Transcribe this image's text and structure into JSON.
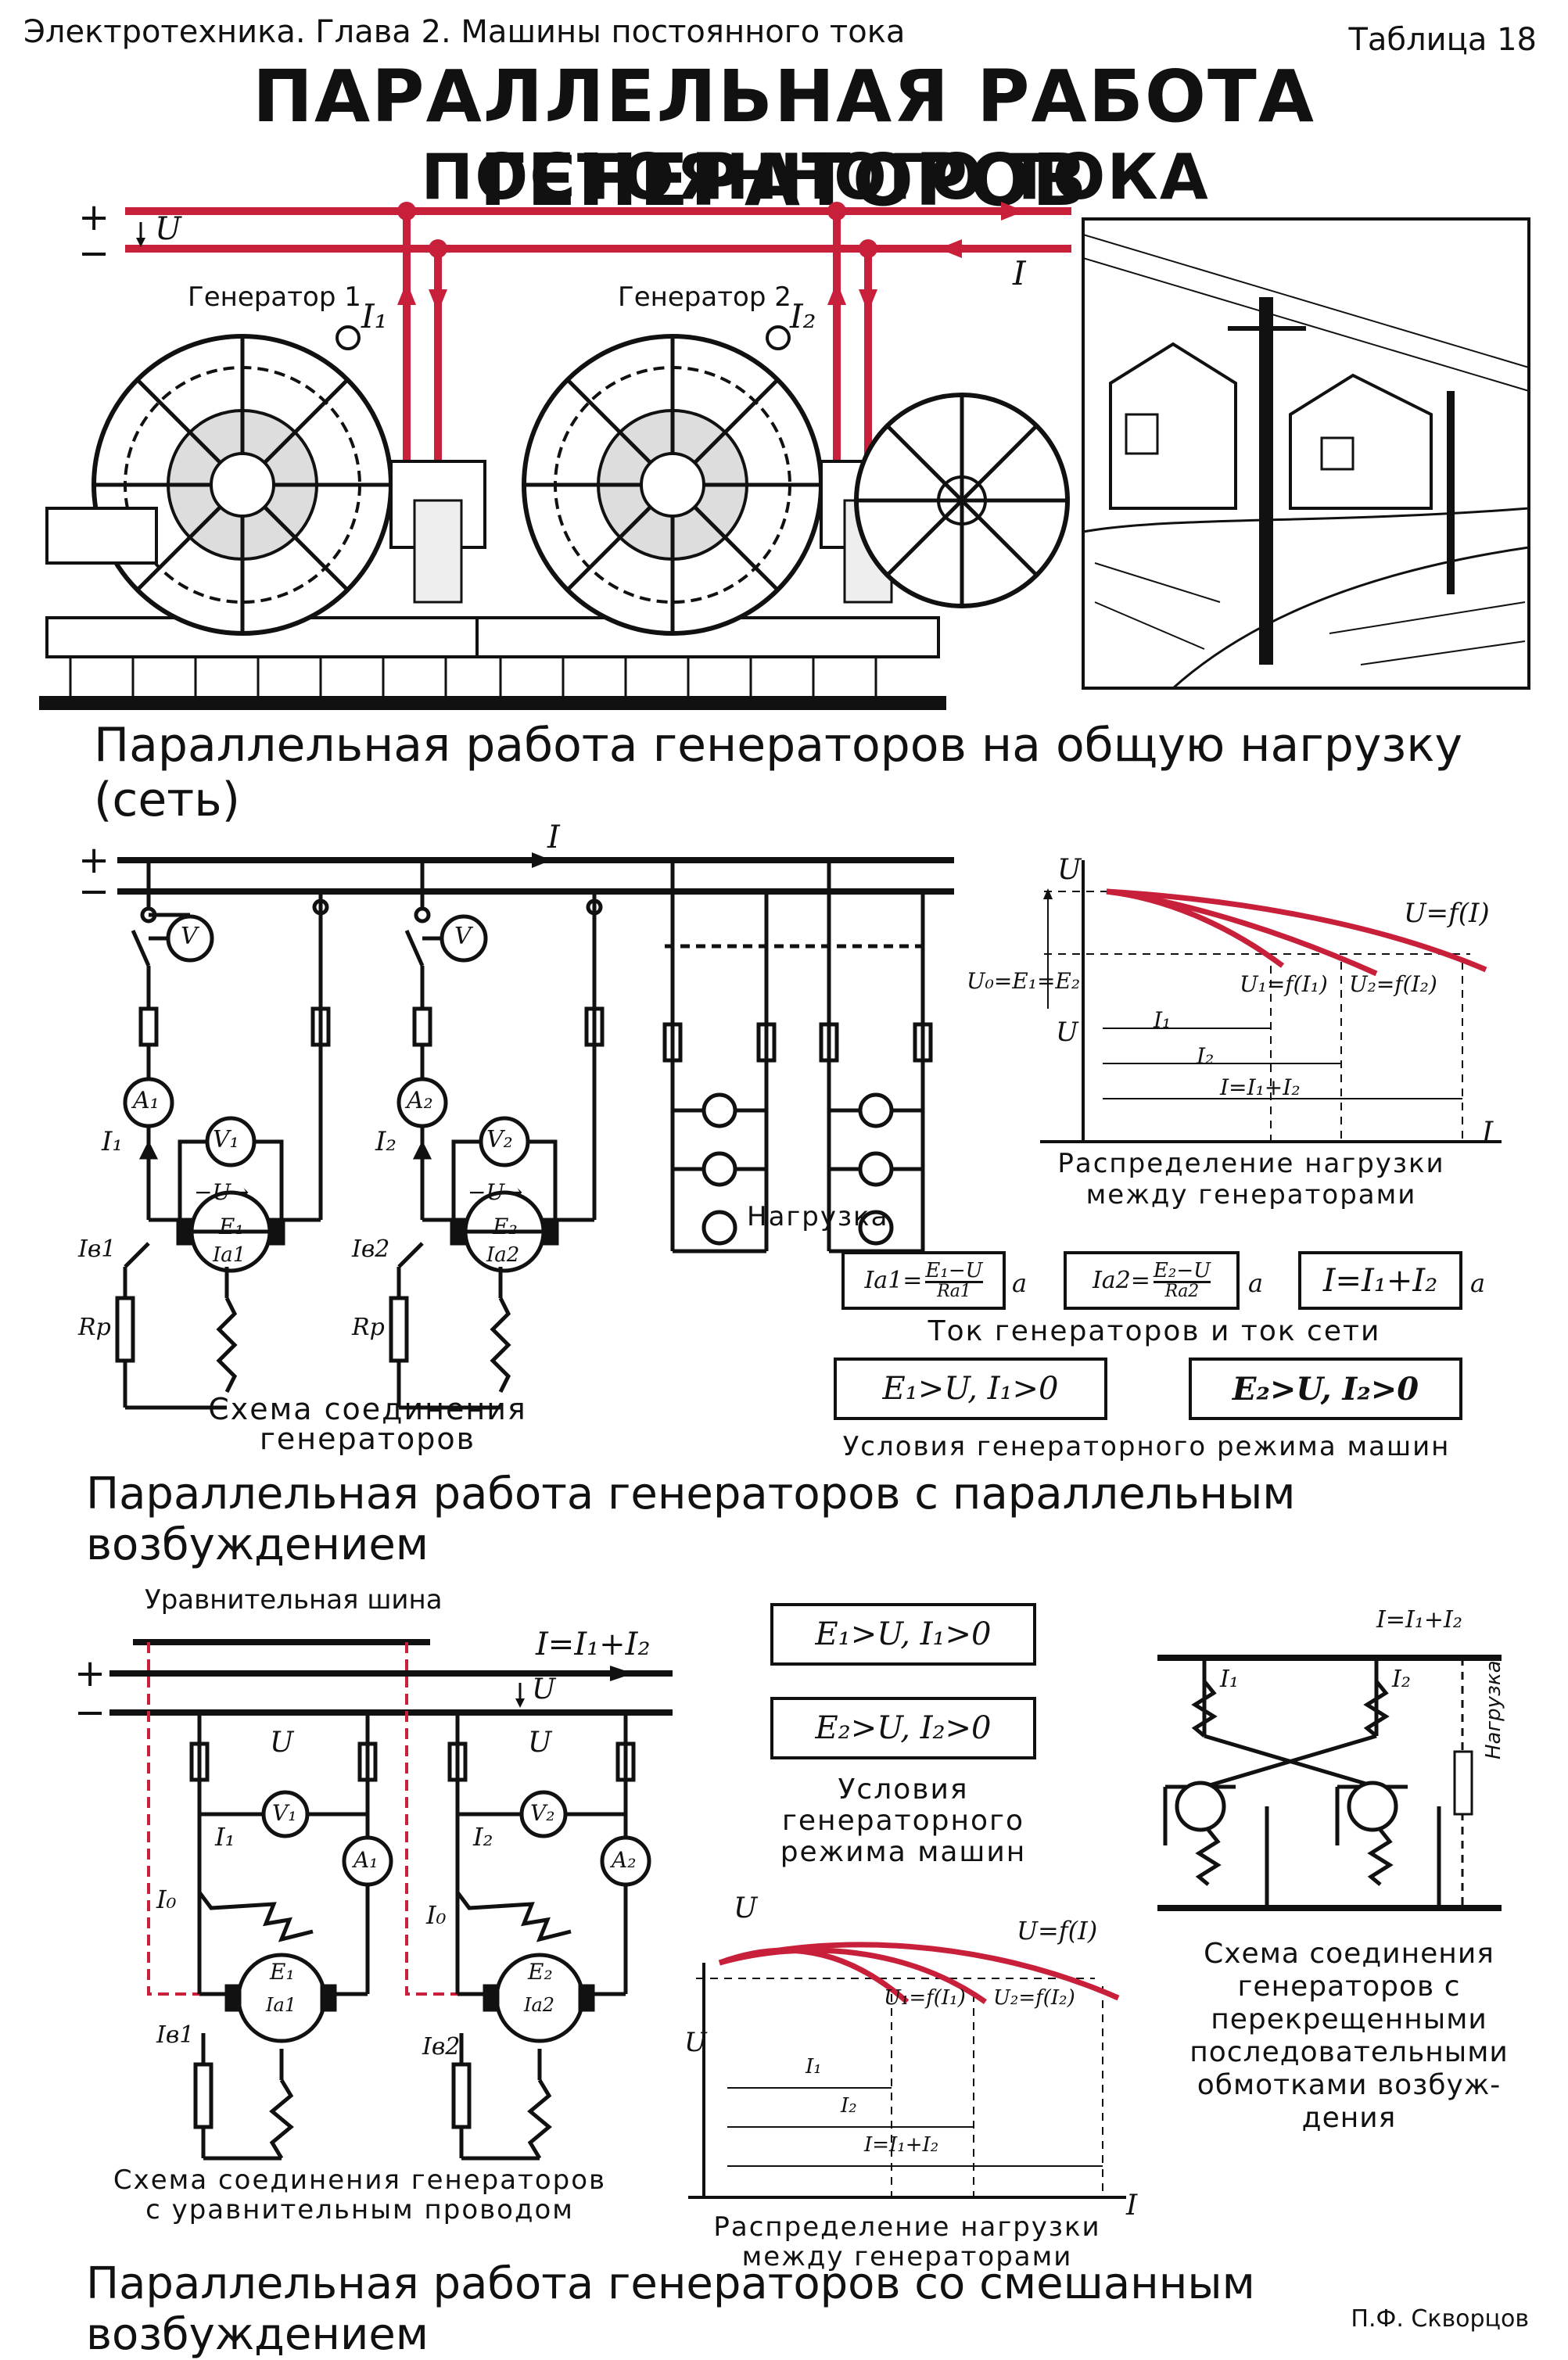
{
  "header": {
    "subject": "Электротехника. Глава 2. Машины постоянного тока",
    "table": "Таблица 18"
  },
  "title": {
    "line1": "ПАРАЛЛЕЛЬНАЯ РАБОТА ГЕНЕРАТОРОВ",
    "line2": "ПОСТОЯННОГО ТОКА"
  },
  "top": {
    "plus": "+",
    "minus": "−",
    "u": "U",
    "gen1": "Генератор 1",
    "gen2": "Генератор 2",
    "i1": "I₁",
    "i2": "I₂",
    "i": "I",
    "caption": "Параллельная работа генераторов на общую нагрузку (сеть)"
  },
  "shunt": {
    "plus": "+",
    "minus": "−",
    "i": "I",
    "v": "V",
    "a1": "A₁",
    "a2": "A₂",
    "v1": "V₁",
    "v2": "V₂",
    "u_arrow": "−U→",
    "e1": "E₁",
    "e2": "E₂",
    "ia1": "Iа1",
    "ia2": "Iа2",
    "i1": "I₁",
    "i2": "I₂",
    "ib1": "Iв1",
    "ib2": "Iв2",
    "rp": "Rр",
    "load": "Нагрузка",
    "scheme_caption_1": "Схема соединения",
    "scheme_caption_2": "генераторов",
    "graph_u": "U",
    "graph_u0": "U₀=E₁=E₂",
    "graph_u2": "U",
    "graph_i": "I",
    "graph_uf": "U=f(I)",
    "graph_u1f": "U₁=f(I₁)",
    "graph_u2f": "U₂=f(I₂)",
    "graph_i1": "I₁",
    "graph_i2": "I₂",
    "graph_isum": "I=I₁+I₂",
    "graph_caption_1": "Распределение нагрузки",
    "graph_caption_2": "между генераторами",
    "formula1_num": "E₁−U",
    "formula1_den": "Rа1",
    "formula1_lhs": "Iа1=",
    "formula2_num": "E₂−U",
    "formula2_den": "Rа2",
    "formula2_lhs": "Iа2=",
    "formula3": "I=I₁+I₂",
    "unit_a": "а",
    "formulas_caption": "Ток генераторов и ток сети",
    "cond1": "E₁>U,  I₁>0",
    "cond2": "E₂>U, I₂>0",
    "cond_caption": "Условия генераторного режима машин",
    "section_caption": "Параллельная работа генераторов с параллельным возбуждением"
  },
  "compound": {
    "bus_label": "Уравнительная шина",
    "plus": "+",
    "minus": "−",
    "isum": "I=I₁+I₂",
    "u": "U",
    "v1": "V₁",
    "v2": "V₂",
    "a1": "A₁",
    "a2": "A₂",
    "i1": "I₁",
    "i2": "I₂",
    "i0": "I₀",
    "e1": "E₁",
    "e2": "E₂",
    "ia1": "Iа1",
    "ia2": "Iа2",
    "ib1": "Iв1",
    "ib2": "Iв2",
    "scheme_caption_1": "Схема соединения генераторов",
    "scheme_caption_2": "с уравнительным проводом",
    "cond1": "E₁>U, I₁>0",
    "cond2": "E₂>U, I₂>0",
    "cond_caption_1": "Условия",
    "cond_caption_2": "генераторного",
    "cond_caption_3": "режима машин",
    "graph_u": "U",
    "graph_u2": "U",
    "graph_i": "I",
    "graph_uf": "U=f(I)",
    "graph_u1f": "U₁=f(I₁)",
    "graph_u2f": "U₂=f(I₂)",
    "graph_i1": "I₁",
    "graph_i2": "I₂",
    "graph_isum": "I=I₁+I₂",
    "graph_caption_1": "Распределение нагрузки",
    "graph_caption_2": "между генераторами",
    "cross_isum": "I=I₁+I₂",
    "cross_i1": "I₁",
    "cross_i2": "I₂",
    "cross_load": "Нагрузка",
    "cross_caption_1": "Схема соединения",
    "cross_caption_2": "генераторов с",
    "cross_caption_3": "перекрещенными",
    "cross_caption_4": "последовательными",
    "cross_caption_5": "обмотками возбуж-",
    "cross_caption_6": "дения",
    "section_caption": "Параллельная работа  генераторов со смешанным возбуждением"
  },
  "footer": {
    "author": "П.Ф. Скворцов"
  },
  "colors": {
    "red": "#c8203a",
    "ink": "#111111"
  }
}
